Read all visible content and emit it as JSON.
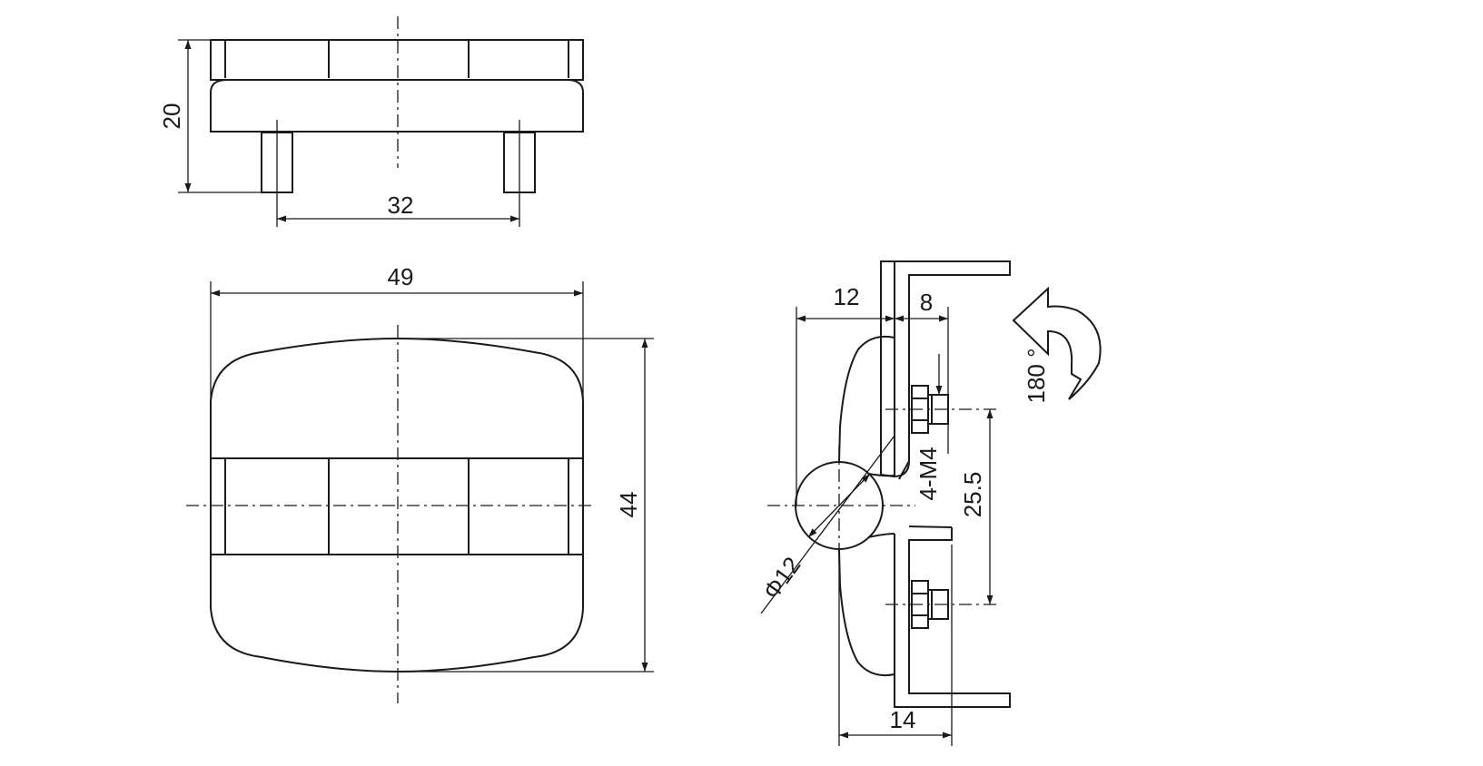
{
  "dimensions": {
    "height_side": "20",
    "pin_spacing": "32",
    "width_front": "49",
    "height_front": "44",
    "knuckle_offset": "12",
    "leaf_offset": "8",
    "thread": "4-M4",
    "screw_spacing": "25.5",
    "knuckle_diameter": "Φ12",
    "leaf_depth": "14",
    "rotation": "180 °"
  },
  "colors": {
    "line": "#1a1a1a",
    "background": "#ffffff"
  },
  "icons": {
    "rotation_arrow": "curved-arrow-icon"
  }
}
